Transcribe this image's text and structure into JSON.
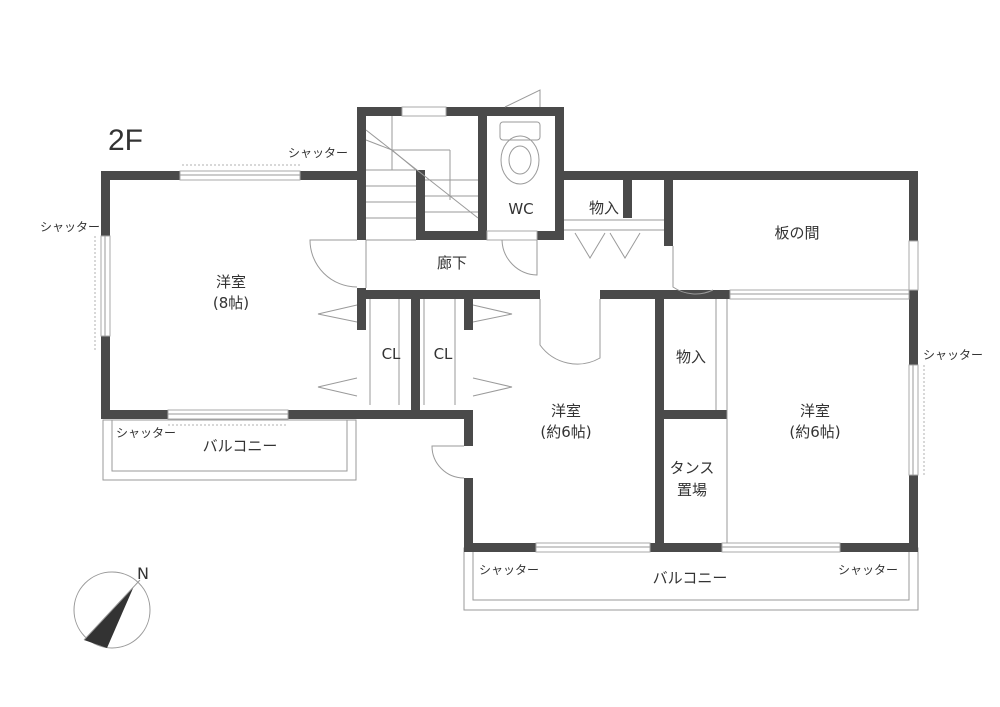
{
  "floor_label": "2F",
  "compass_label": "N",
  "rooms": {
    "western_8": {
      "name": "洋室",
      "size": "(8帖)"
    },
    "hallway": "廊下",
    "wc": "WC",
    "storage_top": "物入",
    "itanoma": "板の間",
    "closet_left": "CL",
    "closet_right": "CL",
    "western_6a": {
      "name": "洋室",
      "size": "(約6帖)"
    },
    "storage_mid": "物入",
    "western_6b": {
      "name": "洋室",
      "size": "(約6帖)"
    },
    "tansu_line1": "タンス",
    "tansu_line2": "置場"
  },
  "balconies": {
    "upper": "バルコニー",
    "lower": "バルコニー"
  },
  "shutters": {
    "top_left_window": "シャッター",
    "left_wall": "シャッター",
    "upper_balcony": "シャッター",
    "right_wall": "シャッター",
    "lower_left": "シャッター",
    "lower_right": "シャッター"
  },
  "colors": {
    "wall": "#4a4a4a",
    "line": "#9a9a9a",
    "text": "#333333"
  }
}
